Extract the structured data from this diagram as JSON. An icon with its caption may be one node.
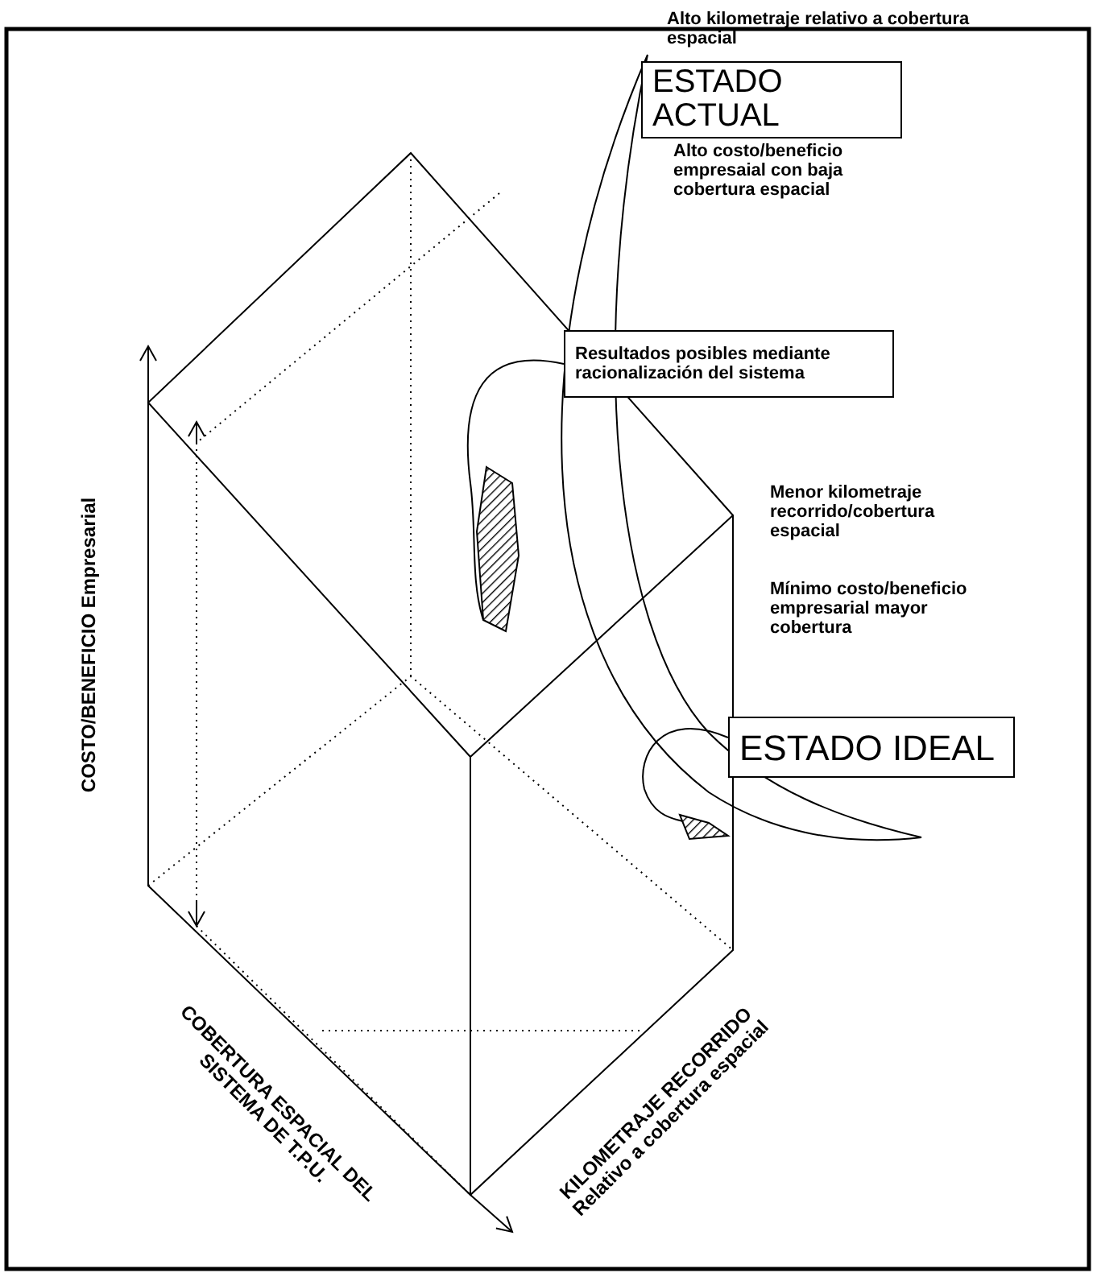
{
  "diagram": {
    "nodes": [
      {
        "text": [
          "ESTADO ACTUAL"
        ]
      },
      {
        "text": [
          "Resultados posibles mediante racionalización del sistema"
        ]
      },
      {
        "text": [
          "ESTADO IDEAL"
        ]
      },
      {
        "text": [],
        "shape": "patch"
      },
      {
        "text": [],
        "shape": "patch"
      }
    ],
    "edges": [
      {
        "from": 1,
        "to": 3,
        "arrow": "none"
      },
      {
        "from": 2,
        "to": 4,
        "arrow": "none"
      }
    ],
    "labels": [
      "Alto kilometraje relativo a cobertura espacial",
      "Alto costo/beneficio empresaial con baja cobertura espacial",
      "Menor kilometraje recorrido/cobertura espacial",
      "Mínimo costo/beneficio empresarial mayor cobertura",
      "COSTO/BENEFICIO Empresarial",
      "COBERTURA ESPACIAL DEL SISTEMA DE T.P.U.",
      "KILOMETRAJE RECORRIDO Relativo a cobertura espacial"
    ]
  }
}
